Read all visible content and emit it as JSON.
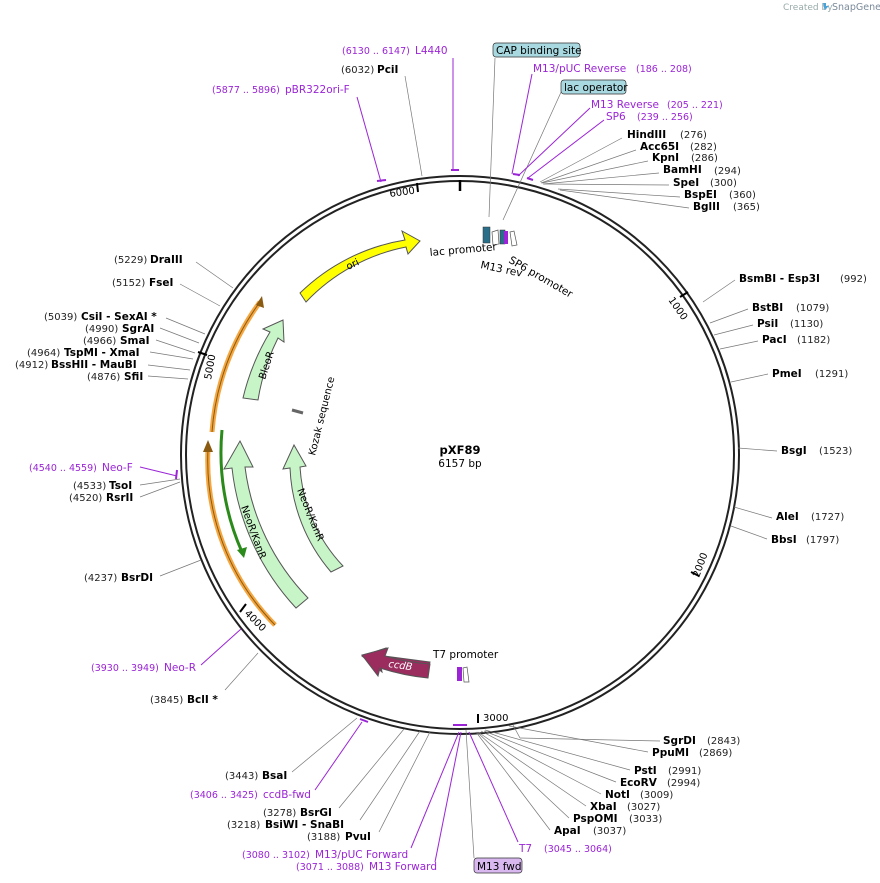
{
  "brand": {
    "credit": "Created by",
    "name": "SnapGene"
  },
  "plasmid": {
    "name": "pXF89",
    "size": "6157 bp"
  },
  "ticks": [
    "1000",
    "2000",
    "3000",
    "4000",
    "5000",
    "6000"
  ],
  "features": {
    "ori": "ori",
    "bleor": "BleoR",
    "neor1": "NeoR/KanR",
    "neor2": "NeoR/KanR",
    "kozak": "Kozak sequence",
    "ccdb": "ccdB",
    "lac_promoter": "lac promoter",
    "m13_rev": "M13 rev",
    "sp6_promoter": "SP6 promoter",
    "t7_promoter": "T7 promoter",
    "cap_site": "CAP binding site",
    "lac_operator": "lac operator",
    "m13_fwd": "M13 fwd"
  },
  "sites": [
    {
      "name": "PciI",
      "pos": "(6032)"
    },
    {
      "name": "HindIII",
      "pos": "(276)"
    },
    {
      "name": "Acc65I",
      "pos": "(282)"
    },
    {
      "name": "KpnI",
      "pos": "(286)"
    },
    {
      "name": "BamHI",
      "pos": "(294)"
    },
    {
      "name": "SpeI",
      "pos": "(300)"
    },
    {
      "name": "BspEI",
      "pos": "(360)"
    },
    {
      "name": "BglII",
      "pos": "(365)"
    },
    {
      "name": "BsmBI   - Esp3I",
      "pos": "(992)"
    },
    {
      "name": "BstBI",
      "pos": "(1079)"
    },
    {
      "name": "PsiI",
      "pos": "(1130)"
    },
    {
      "name": "PacI",
      "pos": "(1182)"
    },
    {
      "name": "PmeI",
      "pos": "(1291)"
    },
    {
      "name": "BsgI",
      "pos": "(1523)"
    },
    {
      "name": "AleI",
      "pos": "(1727)"
    },
    {
      "name": "BbsI",
      "pos": "(1797)"
    },
    {
      "name": "SgrDI",
      "pos": "(2843)"
    },
    {
      "name": "PpuMI",
      "pos": "(2869)"
    },
    {
      "name": "PstI",
      "pos": "(2991)"
    },
    {
      "name": "EcoRV",
      "pos": "(2994)"
    },
    {
      "name": "NotI",
      "pos": "(3009)"
    },
    {
      "name": "XbaI",
      "pos": "(3027)"
    },
    {
      "name": "PspOMI",
      "pos": "(3033)"
    },
    {
      "name": "ApaI",
      "pos": "(3037)"
    },
    {
      "name": "PvuI",
      "pos": "(3188)"
    },
    {
      "name": "BsiWI   - SnaBI",
      "pos": "(3218)"
    },
    {
      "name": "BsrGI",
      "pos": "(3278)"
    },
    {
      "name": "BsaI",
      "pos": "(3443)"
    },
    {
      "name": "BclI *",
      "pos": "(3845)"
    },
    {
      "name": "BsrDI",
      "pos": "(4237)"
    },
    {
      "name": "RsrII",
      "pos": "(4520)"
    },
    {
      "name": "TsoI",
      "pos": "(4533)"
    },
    {
      "name": "SfiI",
      "pos": "(4876)"
    },
    {
      "name": "BssHII   - MauBI",
      "pos": "(4912)"
    },
    {
      "name": "TspMI   - XmaI",
      "pos": "(4964)"
    },
    {
      "name": "SmaI",
      "pos": "(4966)"
    },
    {
      "name": "SgrAI",
      "pos": "(4990)"
    },
    {
      "name": "CsiI   - SexAI *",
      "pos": "(5039)"
    },
    {
      "name": "FseI",
      "pos": "(5152)"
    },
    {
      "name": "DraIII",
      "pos": "(5229)"
    }
  ],
  "primers": [
    {
      "name": "L4440",
      "pos": "(6130 .. 6147)"
    },
    {
      "name": "pBR322ori-F",
      "pos": "(5877 .. 5896)"
    },
    {
      "name": "M13/pUC Reverse",
      "pos": "(186 .. 208)"
    },
    {
      "name": "M13 Reverse",
      "pos": "(205 .. 221)"
    },
    {
      "name": "SP6",
      "pos": "(239 .. 256)"
    },
    {
      "name": "Neo-F",
      "pos": "(4540 .. 4559)"
    },
    {
      "name": "Neo-R",
      "pos": "(3930 .. 3949)"
    },
    {
      "name": "ccdB-fwd",
      "pos": "(3406 .. 3425)"
    },
    {
      "name": "M13/pUC Forward",
      "pos": "(3080 .. 3102)"
    },
    {
      "name": "M13 Forward",
      "pos": "(3071 .. 3088)"
    },
    {
      "name": "T7",
      "pos": "(3045 .. 3064)"
    }
  ],
  "colors": {
    "primer": "#9b24d6",
    "ori": "#ffff00",
    "resist": "#c8f5c8",
    "ccdb": "#9b2c5e",
    "orf": "#f4a640",
    "label_box": "#a8d8e0"
  }
}
